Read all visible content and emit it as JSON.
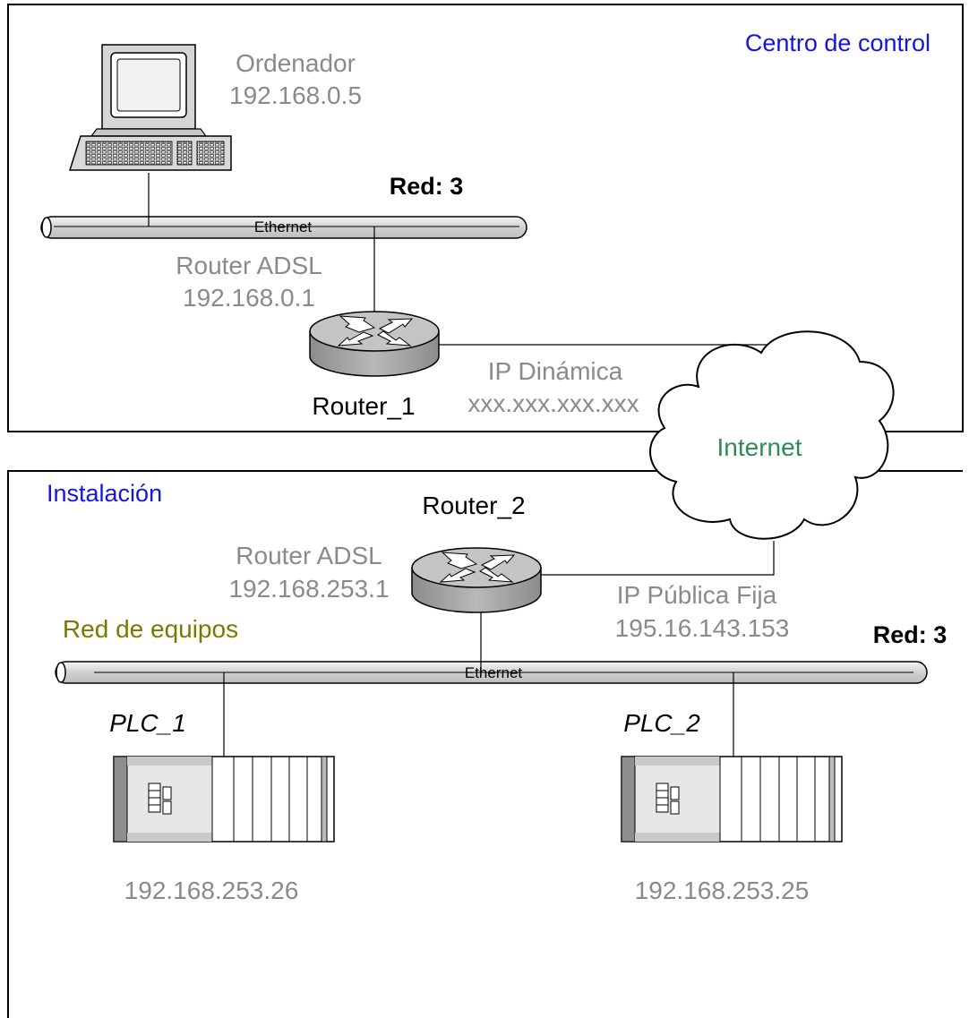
{
  "control_center": {
    "title": "Centro de control",
    "computer": {
      "name": "Ordenador",
      "ip": "192.168.0.5"
    },
    "network_label": "Red: 3",
    "bus_label": "Ethernet",
    "router": {
      "type": "Router ADSL",
      "ip": "192.168.0.1",
      "name": "Router_1"
    },
    "wan": {
      "label": "IP Dinámica",
      "ip": "xxx.xxx.xxx.xxx"
    }
  },
  "internet": {
    "label": "Internet"
  },
  "installation": {
    "title": "Instalación",
    "router": {
      "name": "Router_2",
      "type": "Router ADSL",
      "ip": "192.168.253.1"
    },
    "wan": {
      "label": "IP Pública Fija",
      "ip": "195.16.143.153"
    },
    "network_name": "Red de equipos",
    "network_label": "Red: 3",
    "bus_label": "Ethernet",
    "plcs": [
      {
        "name": "PLC_1",
        "ip": "192.168.253.26"
      },
      {
        "name": "PLC_2",
        "ip": "192.168.253.25"
      }
    ]
  },
  "colors": {
    "title_blue": "#1414e6",
    "label_gray": "#8a8a8a",
    "internet_green": "#2e8b57",
    "network_olive": "#7a7a00",
    "router_gray": "#a8a8a8"
  }
}
